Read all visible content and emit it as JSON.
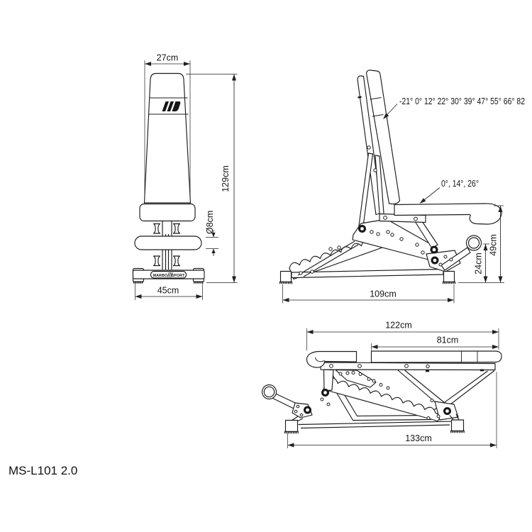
{
  "product": {
    "model": "MS-L101 2.0",
    "brand_badge": {
      "left": "MARBO",
      "right": "SPORT"
    }
  },
  "front_view": {
    "top_width": "27cm",
    "height": "129cm",
    "roller_diameter": "Ø8cm",
    "base_width": "45cm"
  },
  "side_view": {
    "backrest_angles": "-21° 0° 12° 22° 30° 39° 47° 55° 66° 82",
    "seat_angles": "0°, 14°, 26°",
    "base_length": "109cm",
    "wheel_axle_height": "24cm",
    "seat_height": "49cm"
  },
  "flat_view": {
    "pad_total_length": "122cm",
    "backrest_pad_length": "81cm",
    "overall_length": "133cm"
  }
}
